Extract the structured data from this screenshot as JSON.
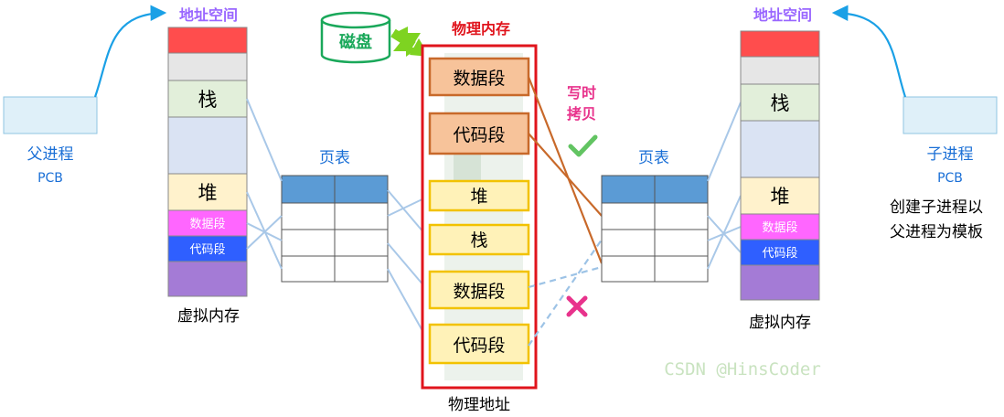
{
  "left": {
    "title": "地址空间",
    "caption": "虚拟内存",
    "pcb_line1": "父进程",
    "pcb_line2": "PCB",
    "seg_stack": "栈",
    "seg_heap": "堆",
    "seg_data": "数据段",
    "seg_code": "代码段"
  },
  "right": {
    "title": "地址空间",
    "caption": "虚拟内存",
    "pcb_line1": "子进程",
    "pcb_line2": "PCB",
    "note_line1": "创建子进程以",
    "note_line2": "父进程为模板",
    "seg_stack": "栈",
    "seg_heap": "堆",
    "seg_data": "数据段",
    "seg_code": "代码段"
  },
  "page_table_left": {
    "title": "页表"
  },
  "page_table_right": {
    "title": "页表"
  },
  "disk": {
    "label": "磁盘"
  },
  "physical": {
    "title": "物理内存",
    "caption": "物理地址",
    "copy_data": "数据段",
    "copy_code": "代码段",
    "heap": "堆",
    "stack": "栈",
    "data": "数据段",
    "code": "代码段"
  },
  "cow": {
    "line1": "写时",
    "line2": "拷贝"
  },
  "watermark": "CSDN @HinsCoder",
  "colors": {
    "purple_title": "#9966ff",
    "red_frame": "#e0141c",
    "orange_seg": "#f7c39a",
    "orange_border": "#c8692a",
    "yellow_seg": "#fff2b8",
    "yellow_border": "#f2c200",
    "table_header": "#5b9bd5",
    "pink": "#e8338c",
    "green_check": "#62c462",
    "disk_green": "#1aa85a",
    "blue_arrow": "#1aa0e6"
  }
}
